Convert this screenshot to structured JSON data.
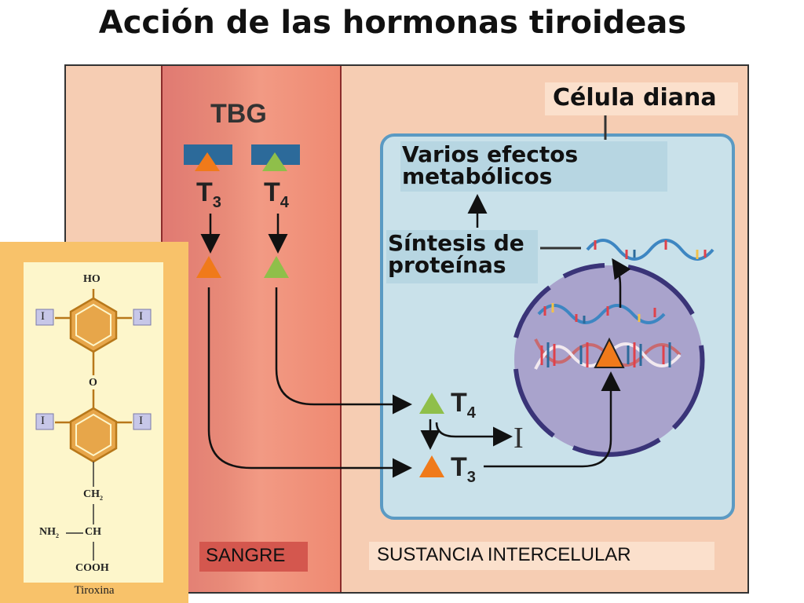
{
  "title": "Acción de las hormonas tiroideas",
  "labels": {
    "celula_diana": "Célula diana",
    "varios_efectos": "Varios efectos metabólicos",
    "sintesis": "Síntesis de proteínas",
    "tbg": "TBG",
    "t3": "T",
    "t3_sub": "3",
    "t4": "T",
    "t4_sub": "4",
    "inhibit": "I",
    "sangre": "SANGRE",
    "sustancia": "SUSTANCIA INTERCELULAR"
  },
  "molecule": {
    "name": "Tiroxina",
    "ho": "HO",
    "o": "O",
    "iodine": "I",
    "ch2": "CH",
    "ch2_sub": "2",
    "nh2": "NH",
    "nh2_sub": "2",
    "ch": "CH",
    "cooh": "COOH"
  },
  "colors": {
    "t3_triangle": "#f07a1a",
    "t4_triangle": "#8fbf4a",
    "tbg_block": "#2c6a9a",
    "nucleus": "#a9a3cc",
    "nucleus_border": "#3a3478"
  }
}
